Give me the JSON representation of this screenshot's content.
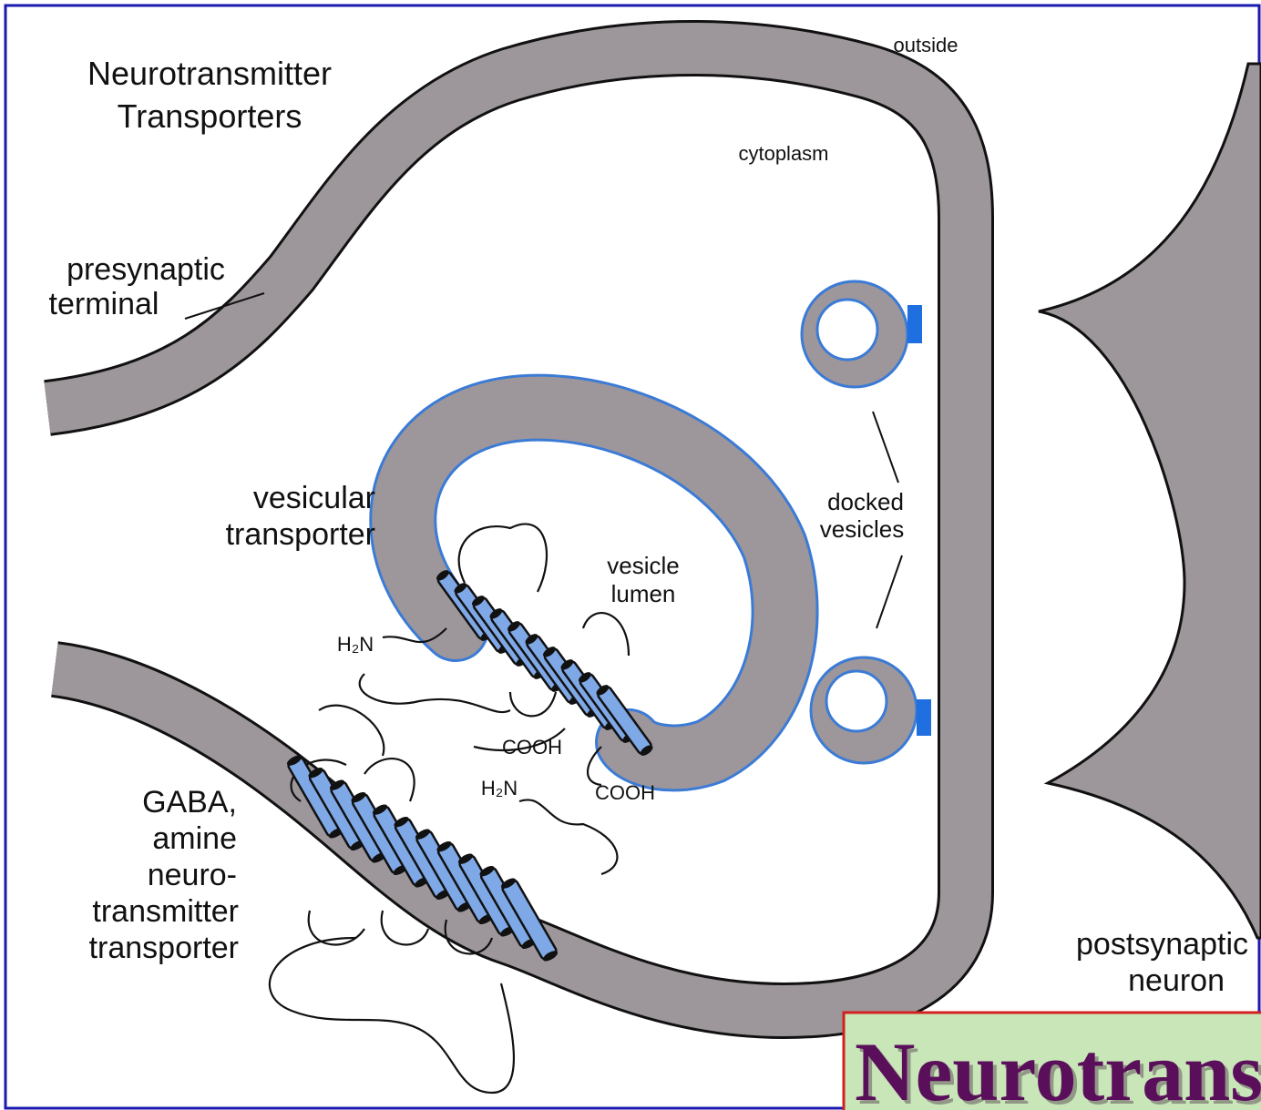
{
  "title": {
    "line1": "Neurotransmitter",
    "line2": "Transporters"
  },
  "labels": {
    "outside": "outside",
    "cytoplasm": "cytoplasm",
    "presynaptic_line1": "presynaptic",
    "presynaptic_line2": "terminal",
    "vesicular_line1": "vesicular",
    "vesicular_line2": "transporter",
    "lumen_line1": "vesicle",
    "lumen_line2": "lumen",
    "docked_line1": "docked",
    "docked_line2": "vesicles",
    "h2n_1": "H₂N",
    "h2n_2": "H₂N",
    "cooh_1": "COOH",
    "cooh_2": "COOH",
    "gaba_line1": "GABA,",
    "gaba_line2": "amine",
    "gaba_line3": "neuro-",
    "gaba_line4": "transmitter",
    "gaba_line5": "transporter",
    "post_line1": "postsynaptic",
    "post_line2": "neuron"
  },
  "banner": {
    "text": "Neurotrans"
  },
  "colors": {
    "membrane": "#9d979b",
    "membrane_outline": "#111111",
    "vesicle_outline": "#3b7bd6",
    "transporter_fill": "#7fa8e6",
    "docking_site": "#1f6fe0",
    "frame": "#1a1ab0",
    "banner_bg": "#c9e6b9",
    "banner_border": "#d42020",
    "banner_text": "#5a0f5a"
  }
}
